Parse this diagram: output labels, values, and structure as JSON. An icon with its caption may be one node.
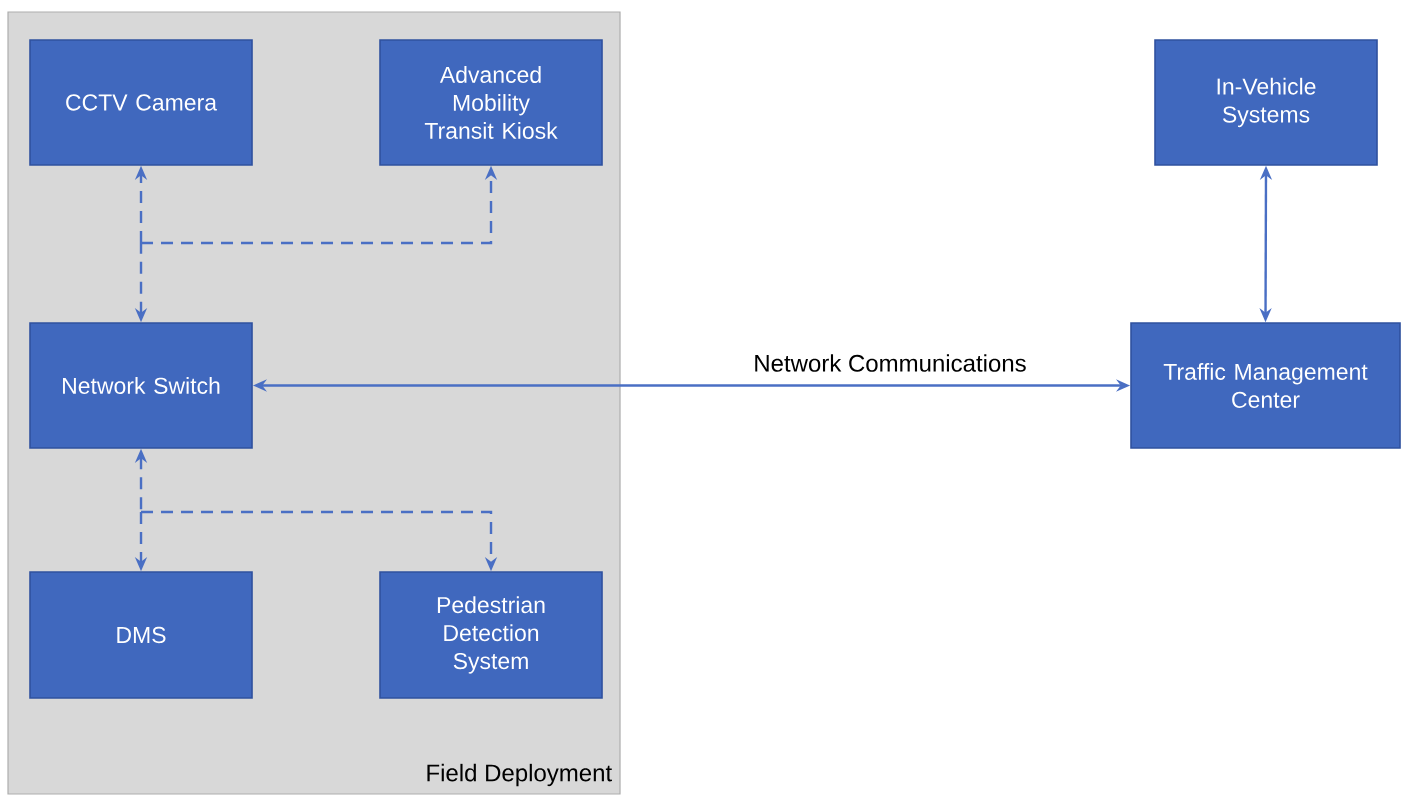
{
  "diagram": {
    "nodes": [
      {
        "text": [
          "Field Deployment"
        ]
      },
      {
        "text": [
          "CCTV Camera"
        ],
        "in": 0
      },
      {
        "text": [
          "Advanced Mobility Transit Kiosk"
        ],
        "in": 0
      },
      {
        "text": [
          "Network Switch"
        ],
        "in": 0
      },
      {
        "text": [
          "DMS"
        ],
        "in": 0
      },
      {
        "text": [
          "Pedestrian Detection System"
        ],
        "in": 0
      },
      {
        "text": [
          "In-Vehicle Systems"
        ]
      },
      {
        "text": [
          "Traffic Management Center"
        ]
      }
    ],
    "edges": [
      {
        "from": 3,
        "to": 1,
        "arrow": "both",
        "style": "dashed"
      },
      {
        "from": 3,
        "to": 2,
        "arrow": "both",
        "style": "dashed"
      },
      {
        "from": 3,
        "to": 4,
        "arrow": "both",
        "style": "dashed"
      },
      {
        "from": 3,
        "to": 5,
        "arrow": "both",
        "style": "dashed"
      },
      {
        "from": 3,
        "to": 7,
        "arrow": "both",
        "label": "Network Communications"
      },
      {
        "from": 7,
        "to": 6,
        "arrow": "both"
      }
    ]
  }
}
